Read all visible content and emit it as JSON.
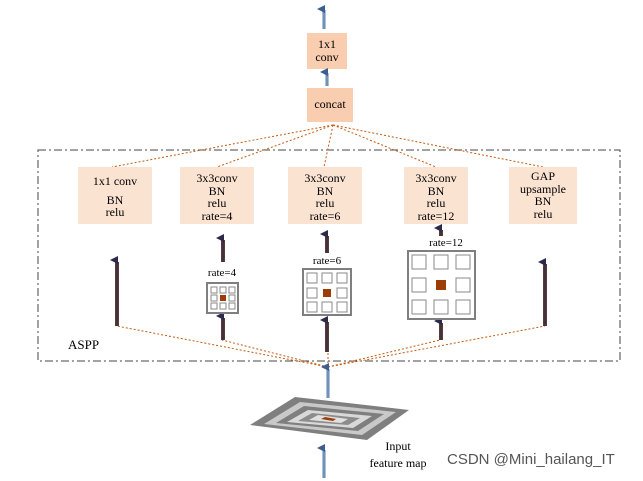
{
  "output_conv": {
    "line1": "1x1",
    "line2": "conv"
  },
  "concat": {
    "label": "concat"
  },
  "aspp": {
    "label": "ASPP",
    "branches": [
      {
        "lines": [
          "1x1 conv",
          "BN",
          "relu"
        ]
      },
      {
        "lines": [
          "3x3conv",
          "BN",
          "relu",
          "rate=4"
        ]
      },
      {
        "lines": [
          "3x3conv",
          "BN",
          "relu",
          "rate=6"
        ]
      },
      {
        "lines": [
          "3x3conv",
          "BN",
          "relu",
          "rate=12"
        ]
      },
      {
        "lines": [
          "GAP",
          "upsample",
          "BN",
          "relu"
        ]
      }
    ],
    "kernel_rates": [
      "rate=4",
      "rate=6",
      "rate=12"
    ]
  },
  "input": {
    "line1": "Input",
    "line2": "feature map"
  },
  "watermark": "CSDN @Mini_hailang_IT",
  "colors": {
    "box_fill": "#fbe3d2",
    "box_fill_dark": "#f9cdb0",
    "arrow_blue": "#a9c1dd",
    "arrow_dark": "#5a3a36",
    "dotted": "#c55a11",
    "kernel_center": "#9c3d07"
  }
}
